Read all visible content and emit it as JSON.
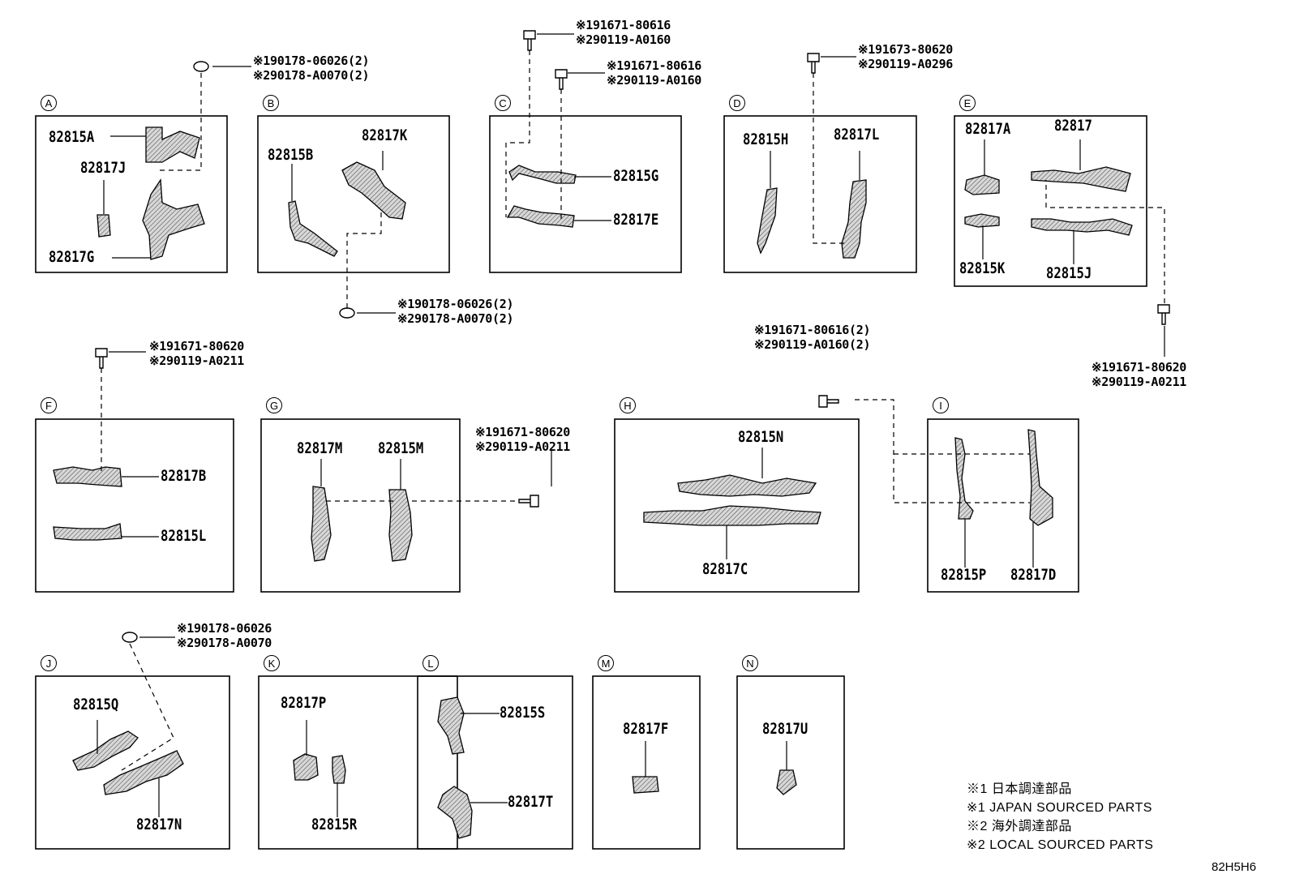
{
  "callouts": {
    "A": "A",
    "B": "B",
    "C": "C",
    "D": "D",
    "E": "E",
    "F": "F",
    "G": "G",
    "H": "H",
    "I": "I",
    "J": "J",
    "K": "K",
    "L": "L",
    "M": "M",
    "N": "N"
  },
  "parts": {
    "p82815A": "82815A",
    "p82817J": "82817J",
    "p82817G": "82817G",
    "p82815B": "82815B",
    "p82817K": "82817K",
    "p82815G": "82815G",
    "p82817E": "82817E",
    "p82815H": "82815H",
    "p82817L": "82817L",
    "p82817A": "82817A",
    "p82817": "82817",
    "p82815K": "82815K",
    "p82815J": "82815J",
    "p82817B": "82817B",
    "p82815L": "82815L",
    "p82817M": "82817M",
    "p82815M": "82815M",
    "p82815N": "82815N",
    "p82817C": "82817C",
    "p82815P": "82815P",
    "p82817D": "82817D",
    "p82815Q": "82815Q",
    "p82817N": "82817N",
    "p82817P": "82817P",
    "p82815R": "82815R",
    "p82815S": "82815S",
    "p82817T": "82817T",
    "p82817F": "82817F",
    "p82817U": "82817U"
  },
  "bolts": {
    "a1": "※190178-06026(2)",
    "a2": "※290178-A0070(2)",
    "b1": "※190178-06026(2)",
    "b2": "※290178-A0070(2)",
    "c1": "※191671-80616",
    "c2": "※290119-A0160",
    "c3": "※191671-80616",
    "c4": "※290119-A0160",
    "d1": "※191673-80620",
    "d2": "※290119-A0296",
    "e1": "※191671-80620",
    "e2": "※290119-A0211",
    "f1": "※191671-80620",
    "f2": "※290119-A0211",
    "g1": "※191671-80620",
    "g2": "※290119-A0211",
    "h1": "※191671-80616(2)",
    "h2": "※290119-A0160(2)",
    "j1": "※190178-06026",
    "j2": "※290178-A0070"
  },
  "legend": {
    "l1": "※1 日本調達部品",
    "l2": "※1 JAPAN SOURCED PARTS",
    "l3": "※2 海外調達部品",
    "l4": "※2 LOCAL SOURCED PARTS"
  },
  "diagram_code": "82H5H6"
}
